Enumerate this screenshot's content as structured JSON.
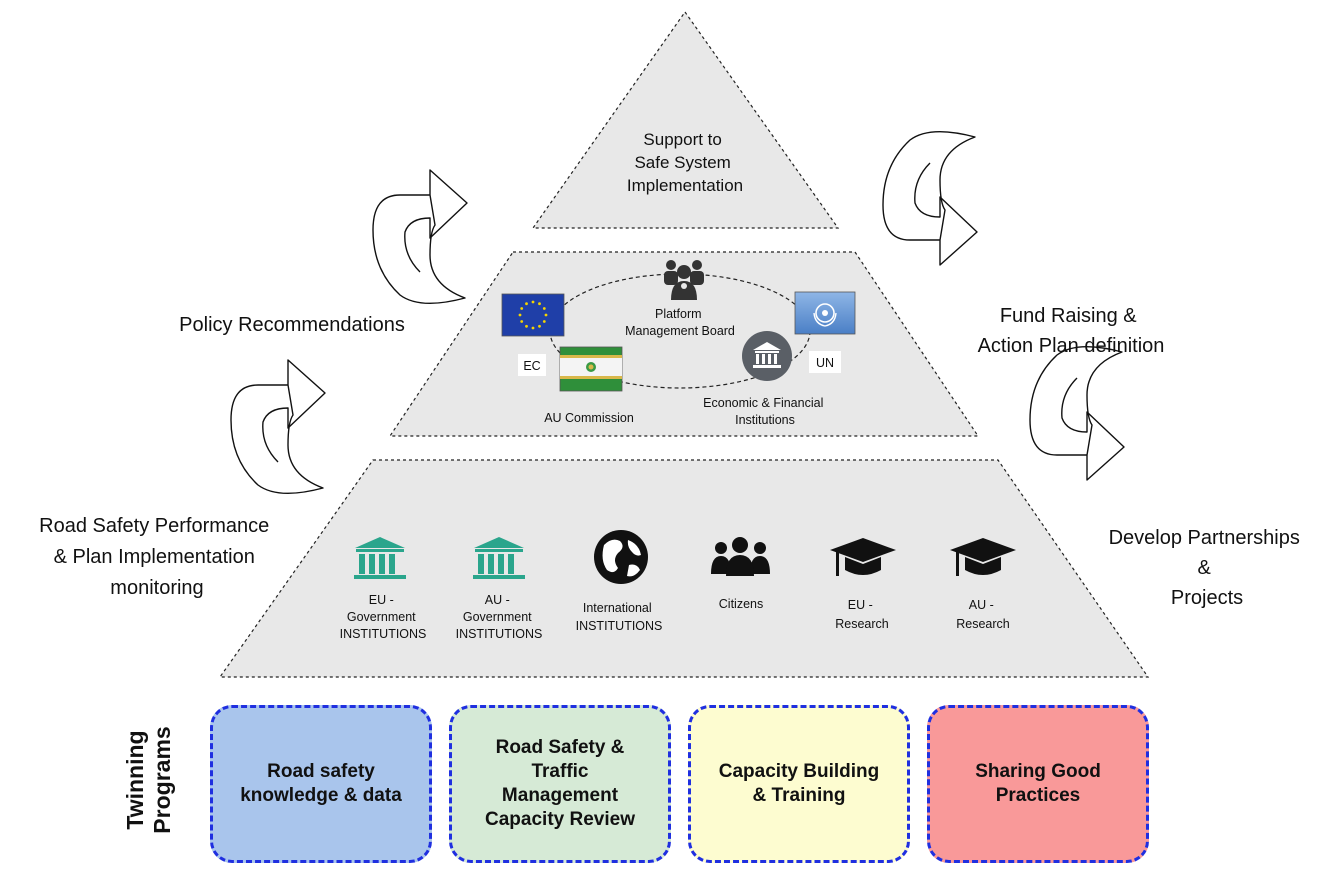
{
  "pyramid": {
    "top_label": [
      "Support to",
      "Safe System",
      "Implementation"
    ],
    "middle": {
      "board_label": [
        "Platform",
        "Management Board"
      ],
      "ec_label": "EC",
      "un_label": "UN",
      "au_label": "AU Commission",
      "efi_label": [
        "Economic & Financial",
        "Institutions"
      ]
    },
    "bottom": {
      "actors": [
        {
          "icon": "institution-icon",
          "label": [
            "EU -",
            "Government",
            "INSTITUTIONS"
          ],
          "color": "#2aa58c"
        },
        {
          "icon": "institution-icon",
          "label": [
            "AU -",
            "Government",
            "INSTITUTIONS"
          ],
          "color": "#2aa58c"
        },
        {
          "icon": "globe-icon",
          "label": [
            "International",
            "INSTITUTIONS"
          ],
          "color": "#111111"
        },
        {
          "icon": "people-icon",
          "label": [
            "Citizens"
          ],
          "color": "#111111"
        },
        {
          "icon": "graduation-cap-icon",
          "label": [
            "EU -",
            "Research"
          ],
          "color": "#111111"
        },
        {
          "icon": "graduation-cap-icon",
          "label": [
            "AU -",
            "Research"
          ],
          "color": "#111111"
        }
      ]
    }
  },
  "side_labels": {
    "policy": "Policy Recommendations",
    "monitoring": [
      "Road Safety Performance",
      "& Plan Implementation",
      "monitoring"
    ],
    "fund": [
      "Fund Raising &",
      "Action Plan definition"
    ],
    "partnerships": [
      "Develop Partnerships",
      "&",
      "Projects"
    ]
  },
  "twinning": {
    "label": "Twinning\nPrograms",
    "boxes": [
      {
        "text": "Road safety\nknowledge & data",
        "color": "#a9c5ec"
      },
      {
        "text": "Road Safety &\nTraffic\nManagement\nCapacity Review",
        "color": "#d6ead6"
      },
      {
        "text": "Capacity Building\n& Training",
        "color": "#fdfcd0"
      },
      {
        "text": "Sharing Good\nPractices",
        "color": "#f99999"
      }
    ]
  },
  "colors": {
    "pyramid_fill": "#e8e8e8",
    "box_border": "#1f2fe0",
    "eu_blue": "#1f3fa8",
    "un_blue": "#5c8fd1"
  }
}
